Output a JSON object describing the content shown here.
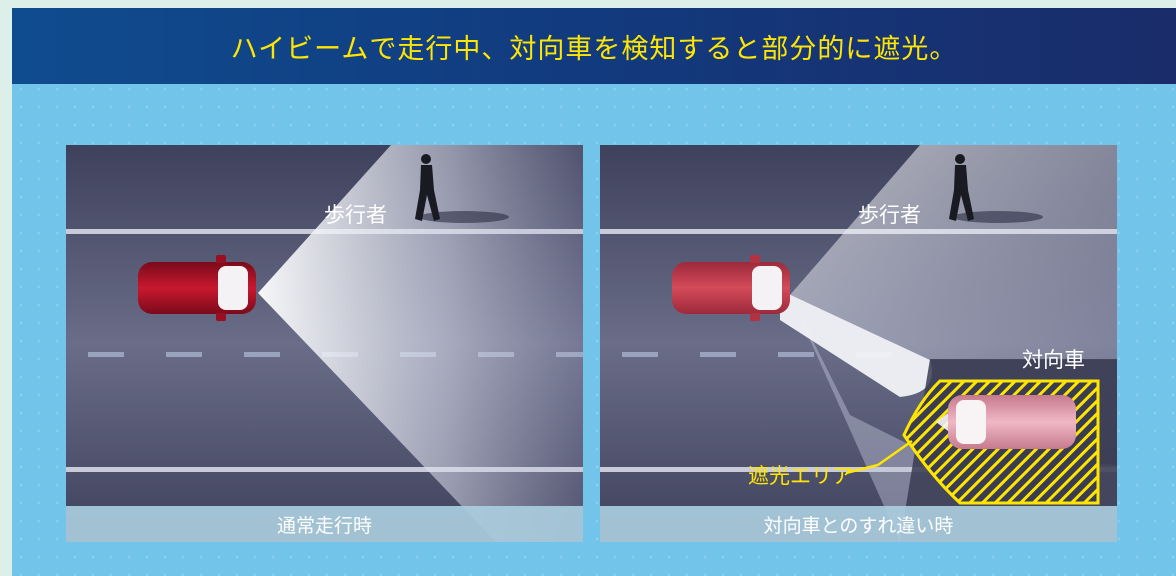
{
  "header": {
    "title": "ハイビームで走行中、対向車を検知すると部分的に遮光。"
  },
  "panels": [
    {
      "caption": "通常走行時",
      "pedestrian_label": "歩行者"
    },
    {
      "caption": "対向車とのすれ違い時",
      "pedestrian_label": "歩行者",
      "oncoming_label": "対向車",
      "shade_label": "遮光エリア"
    }
  ],
  "colors": {
    "title": "#ffe600",
    "road": "#4a4d68",
    "car": "#b0122a",
    "shade_area": "#ffe600",
    "background": "#72c4ea"
  }
}
